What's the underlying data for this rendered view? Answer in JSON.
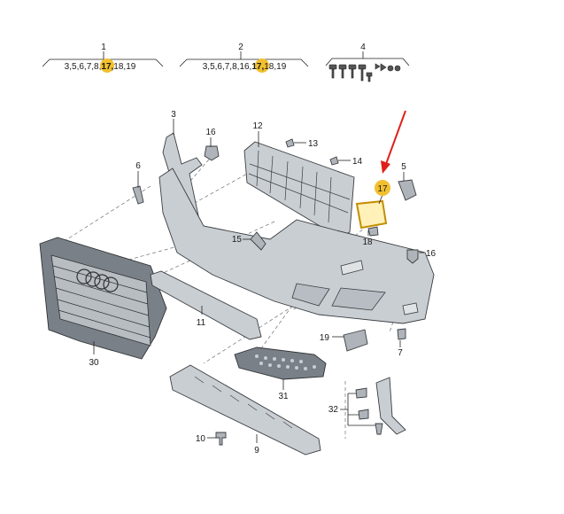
{
  "groups": [
    {
      "number": "1",
      "items": [
        "3",
        "5",
        "6",
        "7",
        "8",
        "17",
        "18",
        "19"
      ],
      "highlight": "17"
    },
    {
      "number": "2",
      "items": [
        "3",
        "5",
        "6",
        "7",
        "8",
        "16",
        "17",
        "18",
        "19"
      ],
      "highlight": "17"
    },
    {
      "number": "4"
    }
  ],
  "labels": {
    "l3": "3",
    "l5": "5",
    "l6": "6",
    "l7": "7",
    "l9": "9",
    "l10": "10",
    "l11": "11",
    "l12": "12",
    "l13": "13",
    "l14": "14",
    "l15": "15",
    "l16a": "16",
    "l16b": "16",
    "l17": "17",
    "l18": "18",
    "l19": "19",
    "l30": "30",
    "l31": "31",
    "l32": "32"
  },
  "colors": {
    "highlight": "#f2c02e",
    "arrow": "#e0201a"
  }
}
